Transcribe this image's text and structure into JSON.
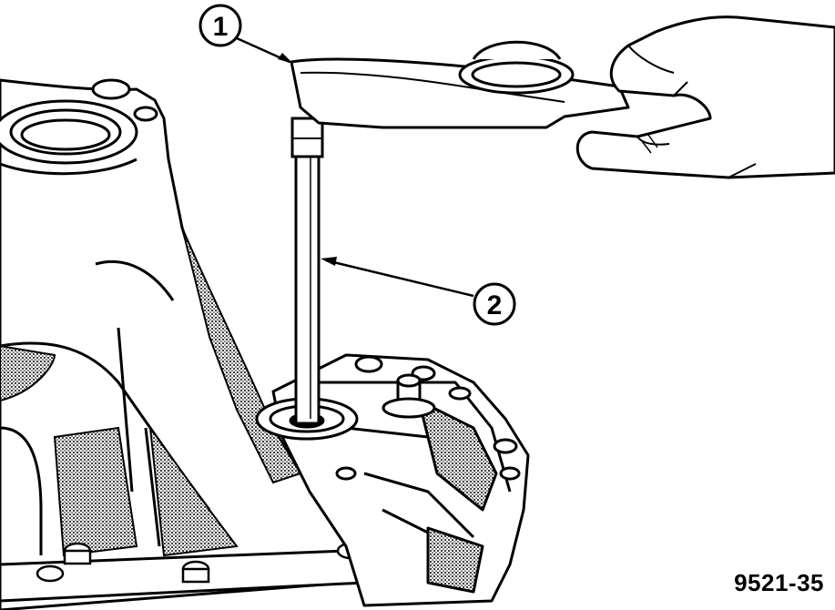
{
  "callouts": [
    {
      "number": "1"
    },
    {
      "number": "2"
    }
  ],
  "figure_id": "9521-35",
  "colors": {
    "ink": "#000000",
    "paper": "#ffffff",
    "halftone": "#9a9a9a"
  }
}
